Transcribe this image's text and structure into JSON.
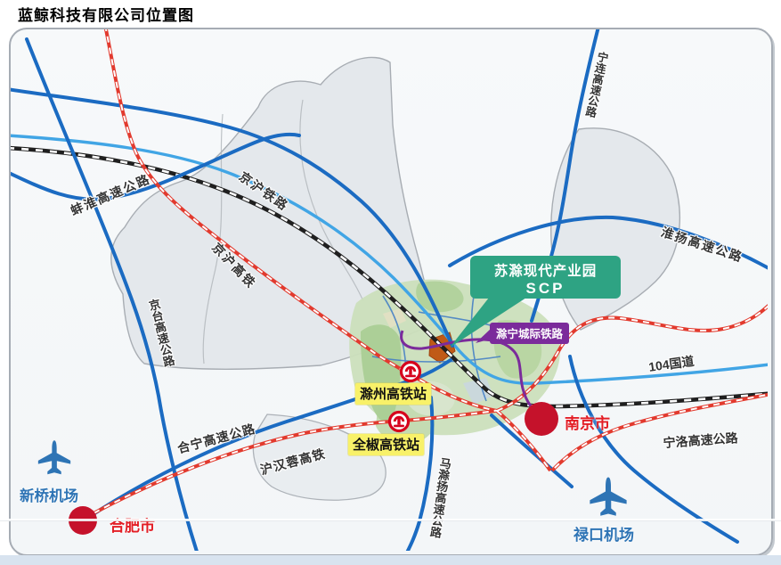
{
  "title": "蓝鲸科技有限公司位置图",
  "map": {
    "park_callout": {
      "name": "苏滁现代产业园",
      "abbr": "SCP"
    },
    "rail_callout": {
      "label": "滁宁城际铁路"
    },
    "stations": {
      "chuzhou": "滁州高铁站",
      "quanjiao": "全椒高铁站"
    },
    "cities": {
      "nanjing": "南京市",
      "hefei": "合肥市"
    },
    "airports": {
      "xinqiao": "新桥机场",
      "lukou": "禄口机场"
    },
    "roads": {
      "ninglian": "宁连高速公路",
      "banghuai": "蚌淮高速公路",
      "jinghu_rail": "京沪铁路",
      "jinghu_hsr": "京沪高铁",
      "jingtai": "京台高速公路",
      "huaiyang": "淮扬高速公路",
      "g104": "104国道",
      "ningluo": "宁洛高速公路",
      "hening": "合宁高速公路",
      "huhanrong": "沪汉蓉高铁",
      "machuyang": "马滁扬高速公路"
    },
    "colors": {
      "expressway_blue": "#1B6BC2",
      "national_road_lightblue": "#41A5E5",
      "railway_black": "#1F1F1F",
      "hsr_red": "#E23A2E",
      "intercity_purple": "#7B2B9B",
      "park_green": "#2EA383",
      "station_yellow": "#F8F169",
      "city_red": "#C5122B",
      "airport_blue": "#2E74B5",
      "region_gray": "#E4E8EC"
    }
  }
}
